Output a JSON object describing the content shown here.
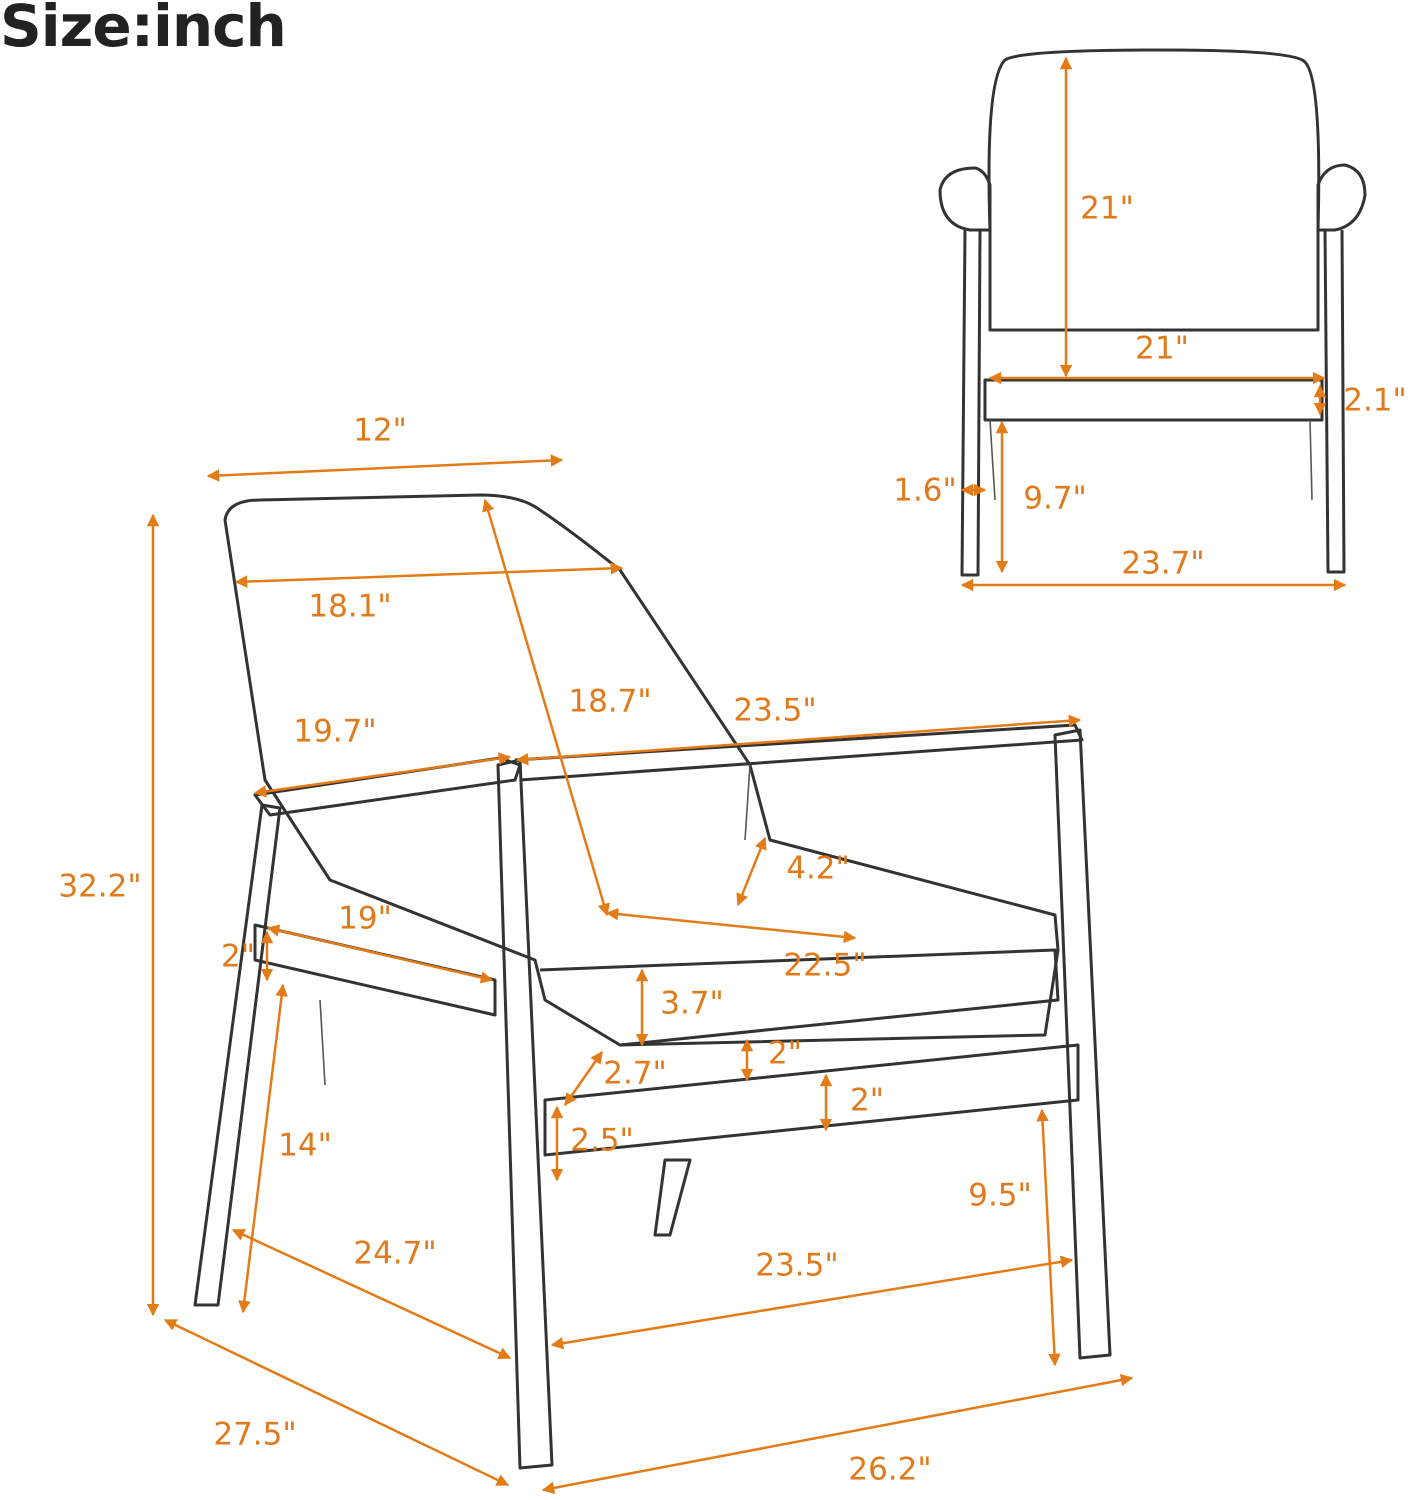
{
  "title": "Size:inch",
  "accent_color": "#E37B16",
  "front_view": {
    "dimensions": [
      {
        "id": "back-height",
        "label": "21\""
      },
      {
        "id": "seat-width",
        "label": "21\""
      },
      {
        "id": "rail-height",
        "label": "2.1\""
      },
      {
        "id": "leg-width",
        "label": "1.6\""
      },
      {
        "id": "leg-clearance",
        "label": "9.7\""
      },
      {
        "id": "overall-width",
        "label": "23.7\""
      }
    ]
  },
  "side_view": {
    "dimensions": [
      {
        "id": "top-depth",
        "label": "12\""
      },
      {
        "id": "back-width",
        "label": "18.1\""
      },
      {
        "id": "back-height",
        "label": "18.7\""
      },
      {
        "id": "arm-length",
        "label": "23.5\""
      },
      {
        "id": "back-side",
        "label": "19.7\""
      },
      {
        "id": "back-gap",
        "label": "4.2\""
      },
      {
        "id": "overall-height",
        "label": "32.2\""
      },
      {
        "id": "side-rail",
        "label": "19\""
      },
      {
        "id": "seat-depth",
        "label": "22.5\""
      },
      {
        "id": "side-rail-height",
        "label": "2\""
      },
      {
        "id": "cushion-height",
        "label": "3.7\""
      },
      {
        "id": "cushion-base",
        "label": "2\""
      },
      {
        "id": "leg-thickness",
        "label": "2.7\""
      },
      {
        "id": "front-rail",
        "label": "2\""
      },
      {
        "id": "front-rail-height",
        "label": "2.5\""
      },
      {
        "id": "arm-to-floor",
        "label": "14\""
      },
      {
        "id": "rail-to-floor",
        "label": "9.5\""
      },
      {
        "id": "inner-depth",
        "label": "24.7\""
      },
      {
        "id": "inner-width",
        "label": "23.5\""
      },
      {
        "id": "overall-depth",
        "label": "27.5\""
      },
      {
        "id": "overall-width",
        "label": "26.2\""
      }
    ]
  }
}
